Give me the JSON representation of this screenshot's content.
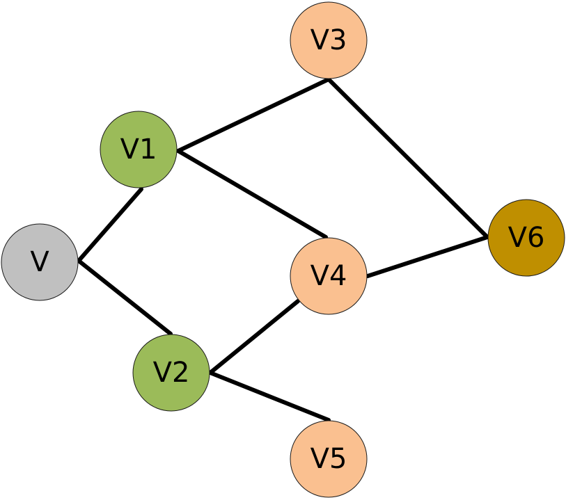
{
  "colors": {
    "gray": "#c0c0c0",
    "green": "#9bbb59",
    "peach": "#fac090",
    "gold": "#bf8f00"
  },
  "nodes": [
    {
      "id": "v",
      "label": "V",
      "color": "gray"
    },
    {
      "id": "v1",
      "label": "V1",
      "color": "green"
    },
    {
      "id": "v2",
      "label": "V2",
      "color": "green"
    },
    {
      "id": "v3",
      "label": "V3",
      "color": "peach"
    },
    {
      "id": "v4",
      "label": "V4",
      "color": "peach"
    },
    {
      "id": "v5",
      "label": "V5",
      "color": "peach"
    },
    {
      "id": "v6",
      "label": "V6",
      "color": "gold"
    }
  ],
  "edges": [
    {
      "from": "v",
      "to": "v1"
    },
    {
      "from": "v",
      "to": "v2"
    },
    {
      "from": "v1",
      "to": "v3"
    },
    {
      "from": "v1",
      "to": "v4"
    },
    {
      "from": "v2",
      "to": "v4"
    },
    {
      "from": "v2",
      "to": "v5"
    },
    {
      "from": "v3",
      "to": "v6"
    },
    {
      "from": "v4",
      "to": "v6"
    }
  ]
}
